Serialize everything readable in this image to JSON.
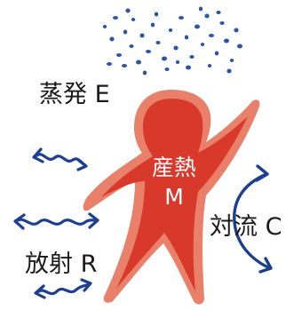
{
  "labels": {
    "evaporation": "蒸発 E",
    "radiation": "放射 R",
    "convection": "対流 C",
    "heat_production_line1": "産熱",
    "heat_production_line2": "M"
  },
  "colors": {
    "body_fill": "#d9392b",
    "body_outline": "#e8806a",
    "arrow": "#1d3f8f",
    "droplet": "#2b56a8",
    "text": "#1a1a1a",
    "text_on_body": "#ffffff"
  }
}
